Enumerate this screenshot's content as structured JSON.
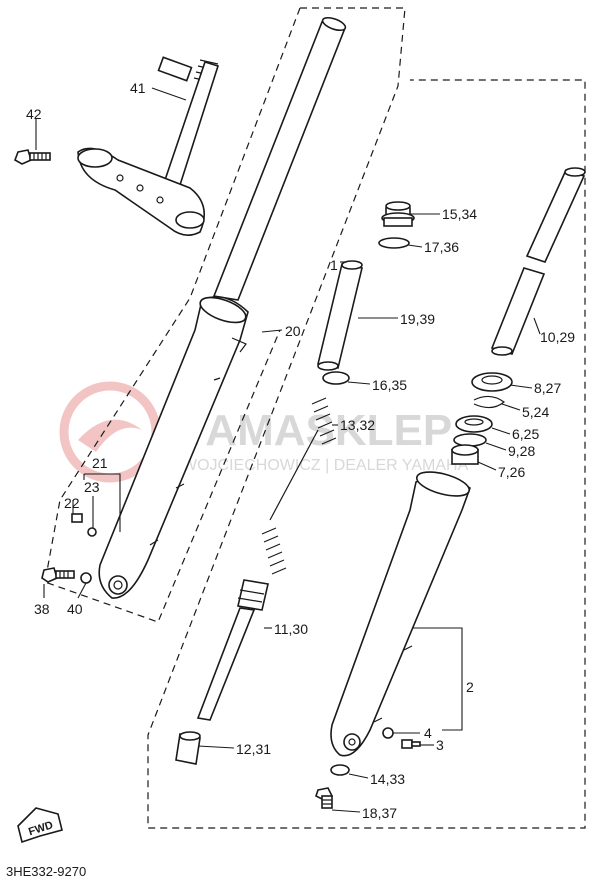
{
  "watermark": {
    "brand": "YAMASKLEP",
    "tagline": "WOJCIECHOWICZ | DEALER YAMAHA"
  },
  "diagram_code": "3HE332-9270",
  "fwd_label": "FWD",
  "callouts": {
    "p41": "41",
    "p42": "42",
    "p20": "20",
    "p21": "21",
    "p23": "23",
    "p22": "22",
    "p38": "38",
    "p40": "40",
    "p1": "1",
    "p15_34": "15,34",
    "p17_36": "17,36",
    "p19_39": "19,39",
    "p16_35": "16,35",
    "p13_32": "13,32",
    "p11_30": "11,30",
    "p12_31": "12,31",
    "p10_29": "10,29",
    "p8_27": "8,27",
    "p5_24": "5,24",
    "p6_25": "6,25",
    "p9_28": "9,28",
    "p7_26": "7,26",
    "p2": "2",
    "p4": "4",
    "p3": "3",
    "p14_33": "14,33",
    "p18_37": "18,37"
  }
}
